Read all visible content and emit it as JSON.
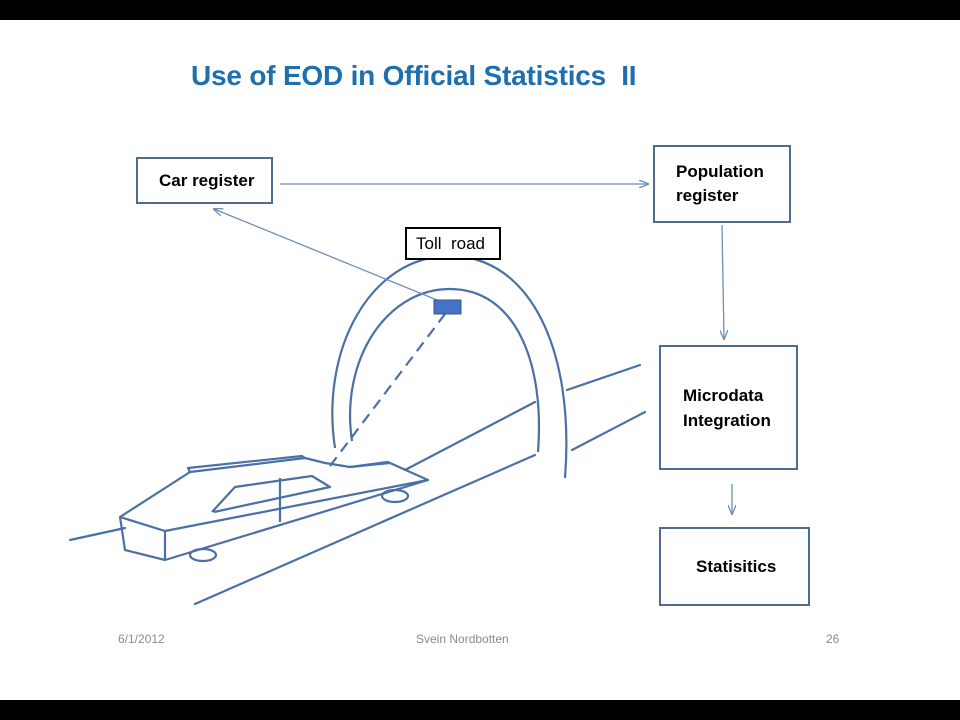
{
  "slide": {
    "title": "Use of EOD in Official Statistics  II",
    "boxes": {
      "car_register": "Car register",
      "population_register_line1": "Population",
      "population_register_line2": "register",
      "toll_road": "Toll  road",
      "microdata_line1": "Microdata",
      "microdata_line2": "Integration",
      "statistics": "Statisitics"
    },
    "footer": {
      "date": "6/1/2012",
      "author": "Svein Nordbotten",
      "page": "26"
    }
  },
  "colors": {
    "title": "#1f6fae",
    "drawing": "#4a70a4",
    "arrow": "#6d8fb5",
    "box_border": "#4f6e8f",
    "sensor": "#4472c4",
    "footer_text": "#8a8a8a"
  }
}
